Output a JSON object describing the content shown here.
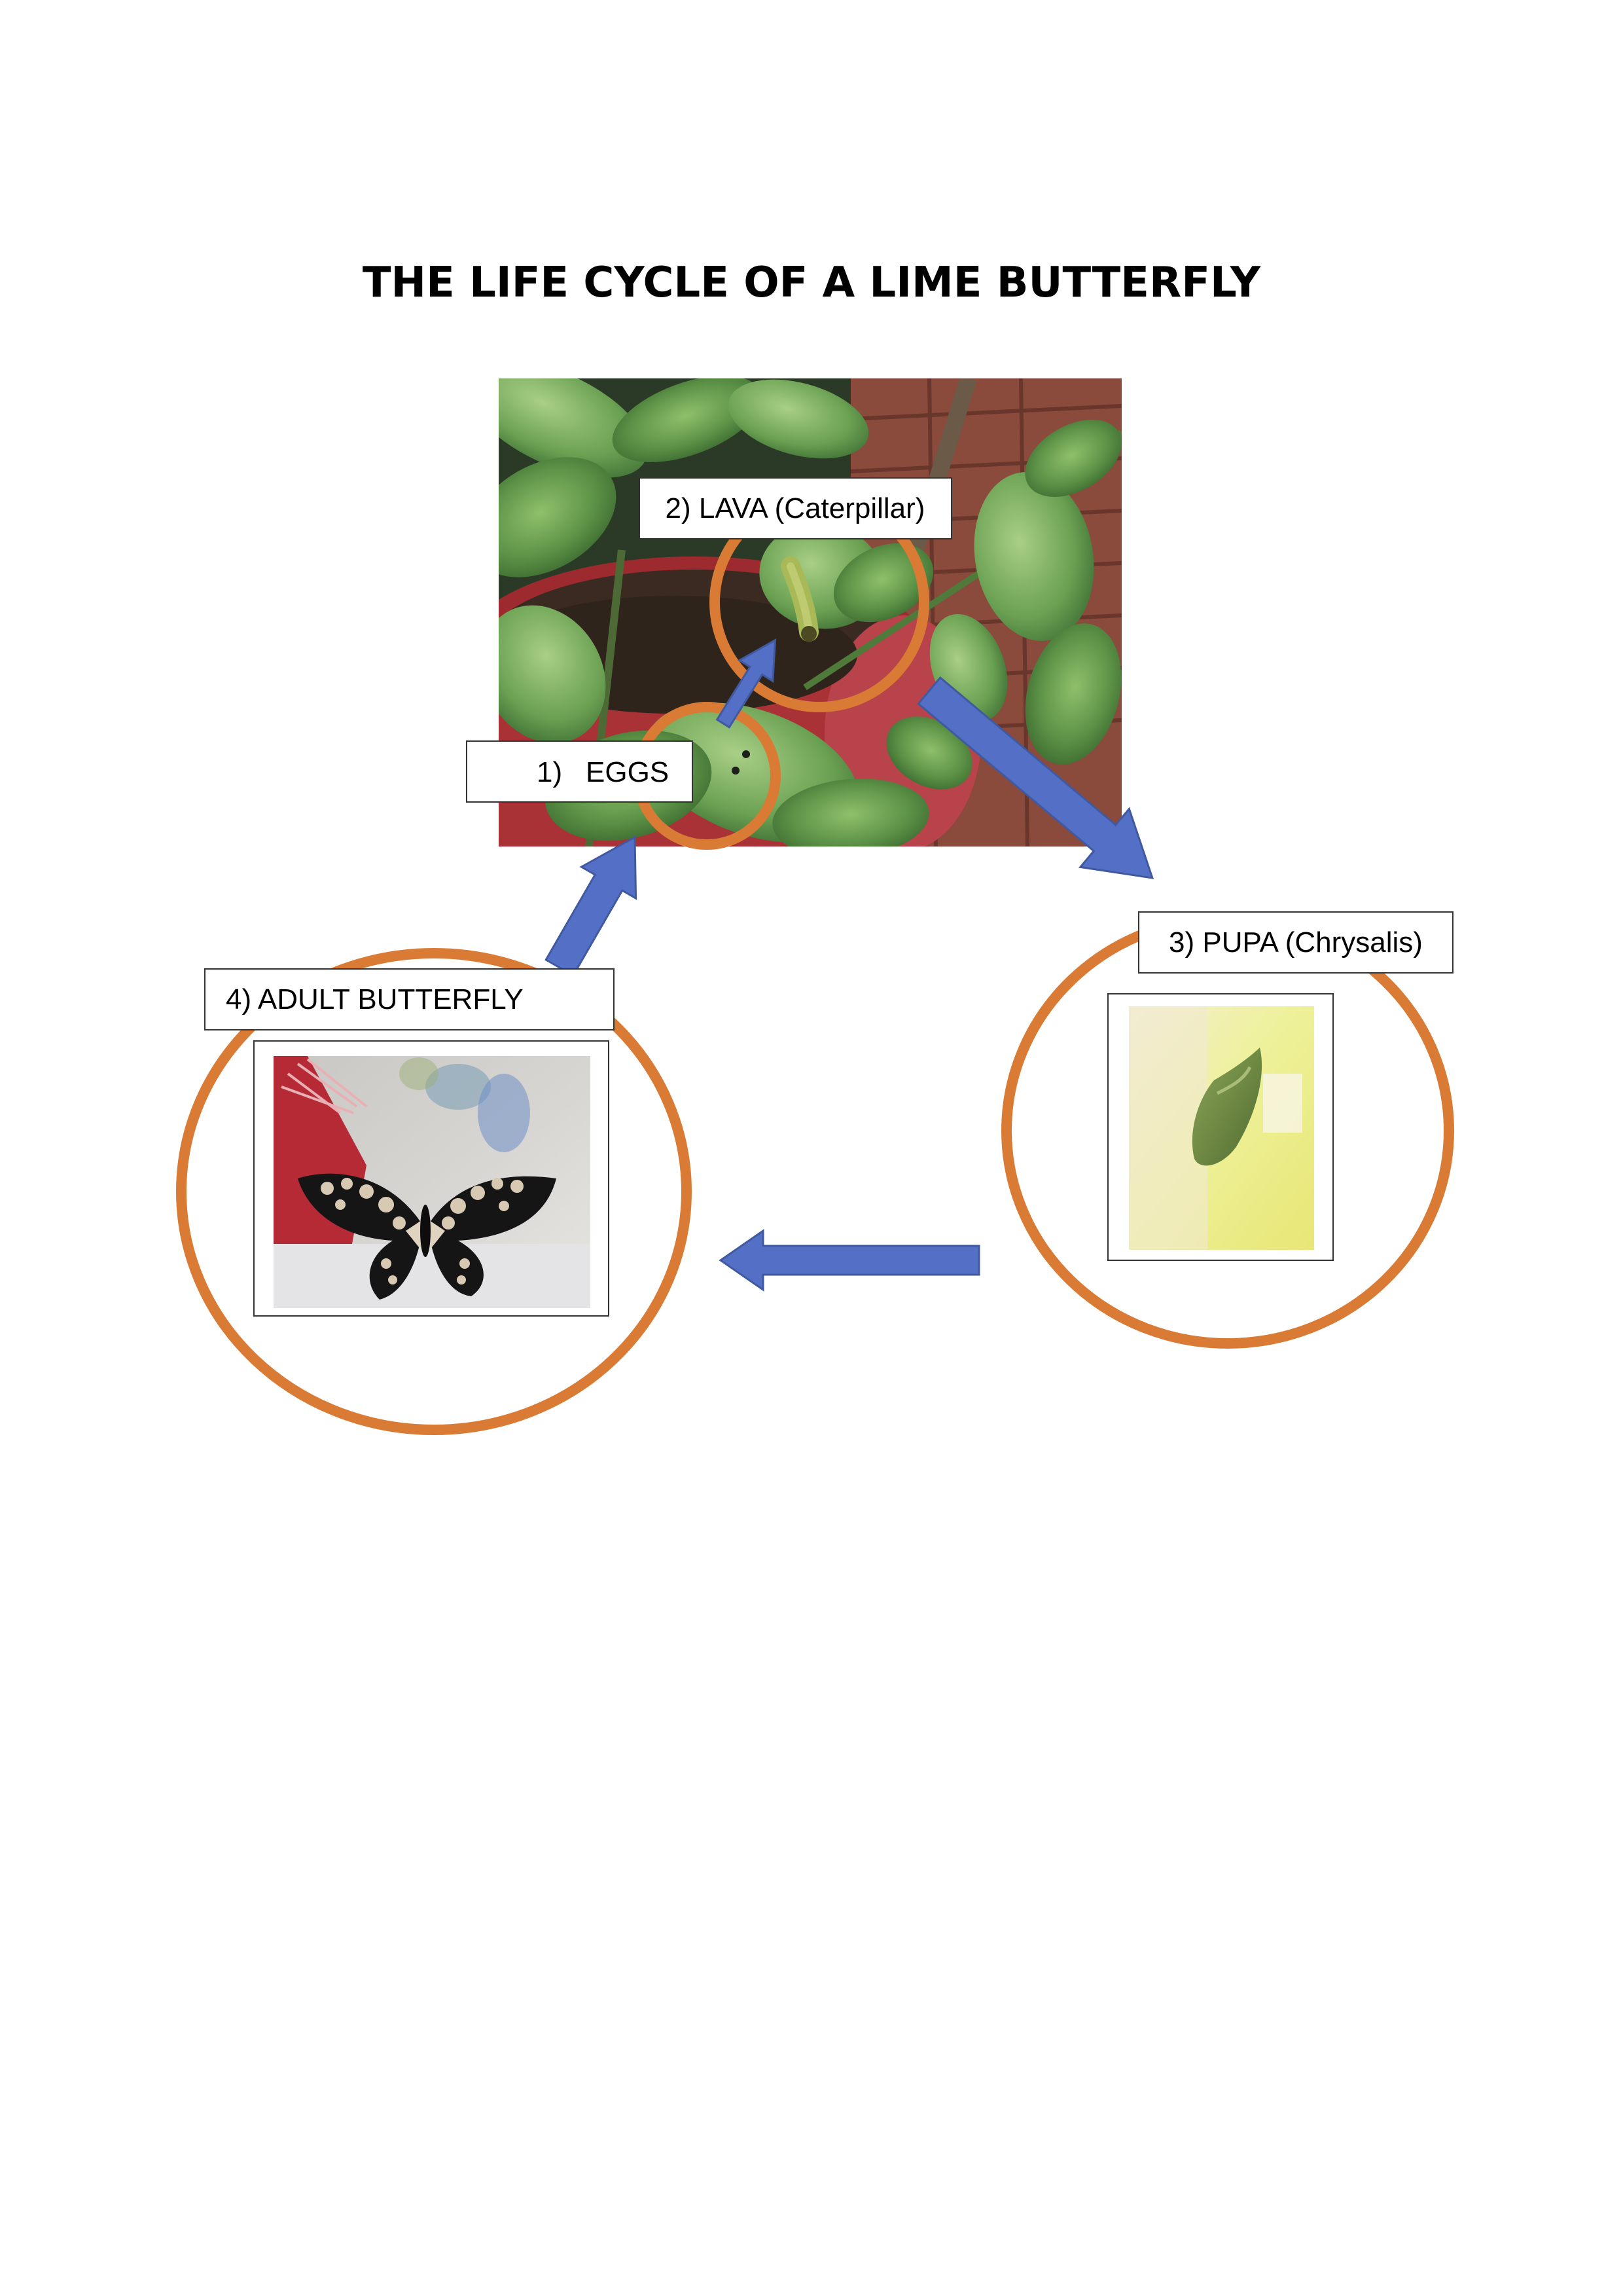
{
  "title": "THE LIFE CYCLE OF A LIME BUTTERFLY",
  "stages": {
    "eggs": {
      "number": "1)",
      "label": "EGGS"
    },
    "larva": {
      "label": "2) LAVA (Caterpillar)"
    },
    "pupa": {
      "label": "3) PUPA (Chrysalis)"
    },
    "adult": {
      "label": "4) ADULT BUTTERFLY"
    }
  },
  "colors": {
    "ring": "#d97b35",
    "arrow": "#5470c6",
    "arrow_edge": "#41599f",
    "label_border": "#333333"
  },
  "icons": {
    "arrow": "block-arrow-icon",
    "ring": "highlight-circle"
  }
}
